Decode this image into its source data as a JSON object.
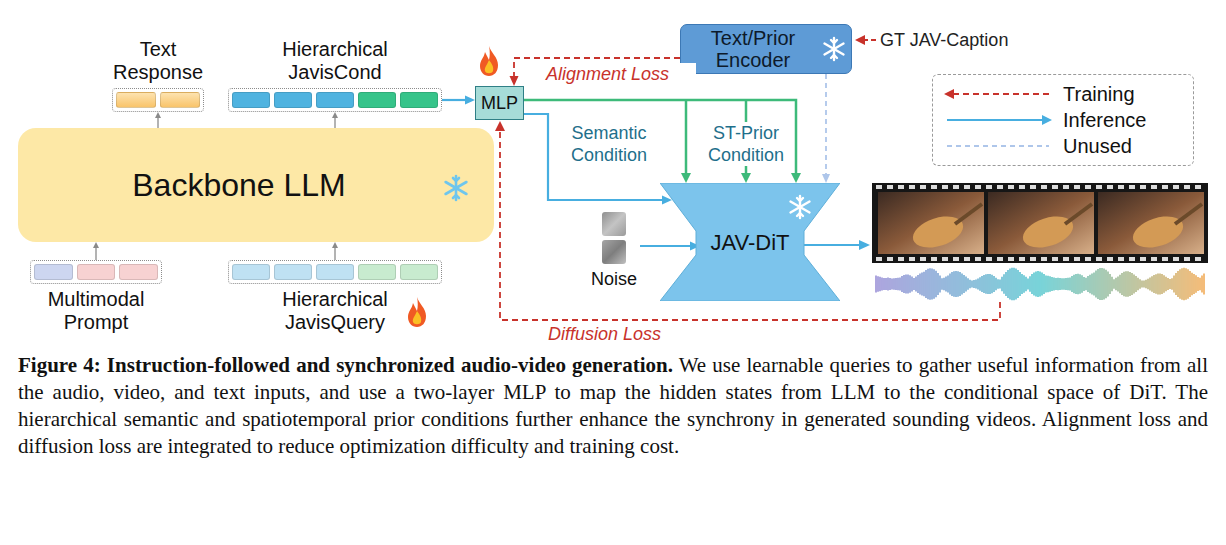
{
  "diagram": {
    "caption": "Figure 4: Instruction-followed and synchronized audio-video generation. We use learnable queries to gather useful information from all the audio, video, and text inputs, and use a two-layer MLP to map the hidden states from LLM to the conditional space of DiT. The hierarchical semantic and spatiotemporal prior conditions further enhance the synchrony in generated sounding videos. Alignment loss and diffusion loss are integrated to reduce optimization difficulty and training cost.",
    "nodes": [
      {
        "text": [
          "Text Response"
        ]
      },
      {
        "text": [
          "Hierarchical JavisCond"
        ]
      },
      {
        "text": [
          "Backbone LLM"
        ]
      },
      {
        "text": [
          "Multimodal Prompt"
        ]
      },
      {
        "text": [
          "Hierarchical JavisQuery"
        ]
      },
      {
        "text": [
          "MLP"
        ]
      },
      {
        "text": [
          "Text/Prior Encoder"
        ]
      },
      {
        "text": [
          "JAV-DiT"
        ]
      },
      {
        "text": [
          "Noise"
        ]
      }
    ],
    "edges": [
      {
        "from": 3,
        "to": 2,
        "arrow": "to"
      },
      {
        "from": 4,
        "to": 2,
        "arrow": "to"
      },
      {
        "from": 2,
        "to": 0,
        "arrow": "to"
      },
      {
        "from": 2,
        "to": 1,
        "arrow": "to"
      },
      {
        "from": 1,
        "to": 5,
        "arrow": "to"
      },
      {
        "from": 6,
        "to": 5,
        "label": "Alignment Loss",
        "arrow": "to"
      },
      {
        "from": 5,
        "to": 7,
        "label": "Semantic Condition",
        "arrow": "to"
      },
      {
        "from": 5,
        "to": 7,
        "label": "ST-Prior Condition",
        "arrow": "to"
      },
      {
        "from": 6,
        "to": 7,
        "arrow": "to"
      },
      {
        "from": 8,
        "to": 7,
        "arrow": "to"
      }
    ],
    "labels": [
      "GT JAV-Caption",
      "Diffusion Loss"
    ],
    "legend": [
      {
        "text": "Training"
      },
      {
        "text": "Inference"
      },
      {
        "text": "Unused"
      }
    ]
  }
}
